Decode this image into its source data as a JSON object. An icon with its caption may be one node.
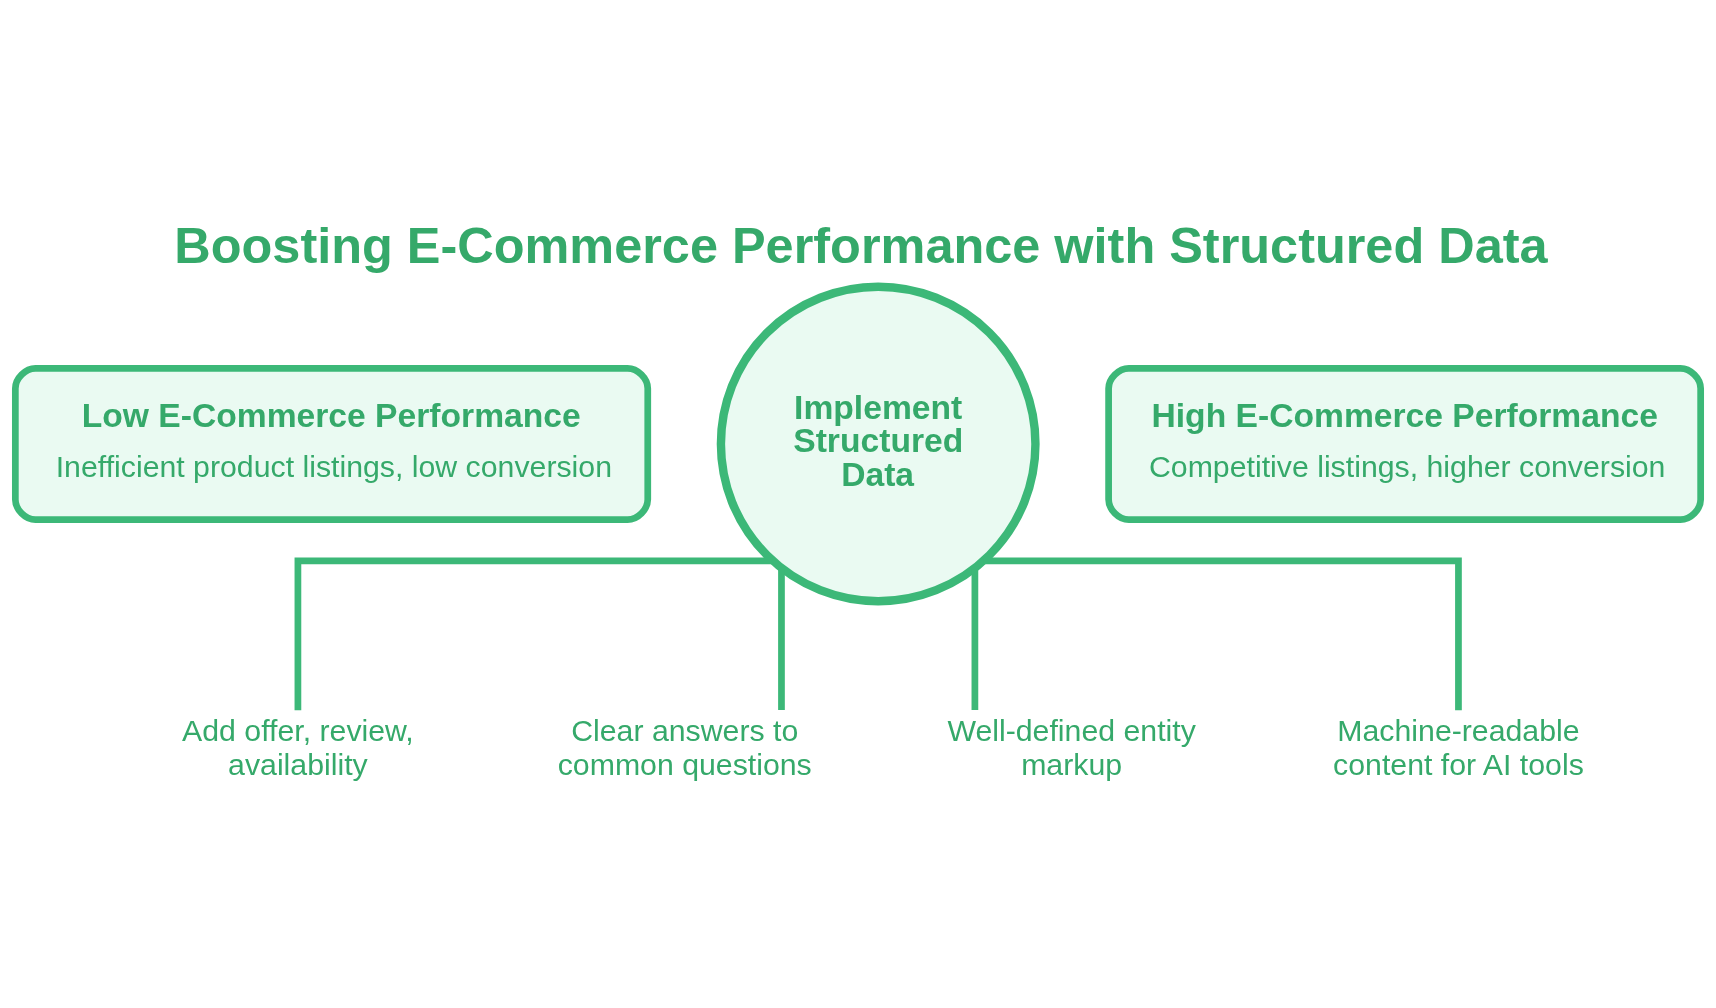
{
  "diagram": {
    "title": "Boosting E-Commerce Performance with Structured Data",
    "nodes": [
      {
        "text": [
          "Implement Structured Data"
        ]
      },
      {
        "text": [
          "Low E-Commerce Performance",
          "Inefficient product listings, low conversion"
        ]
      },
      {
        "text": [
          "High E-Commerce Performance",
          "Competitive listings, higher conversion"
        ]
      },
      {
        "text": [
          "Add offer, review, availability"
        ]
      },
      {
        "text": [
          "Clear answers to common questions"
        ]
      },
      {
        "text": [
          "Well-defined entity markup"
        ]
      },
      {
        "text": [
          "Machine-readable content for AI tools"
        ]
      }
    ],
    "edges": [
      {
        "from": 0,
        "to": 3,
        "arrow": "none"
      },
      {
        "from": 0,
        "to": 4,
        "arrow": "none"
      },
      {
        "from": 0,
        "to": 5,
        "arrow": "none"
      },
      {
        "from": 0,
        "to": 6,
        "arrow": "none"
      }
    ]
  }
}
